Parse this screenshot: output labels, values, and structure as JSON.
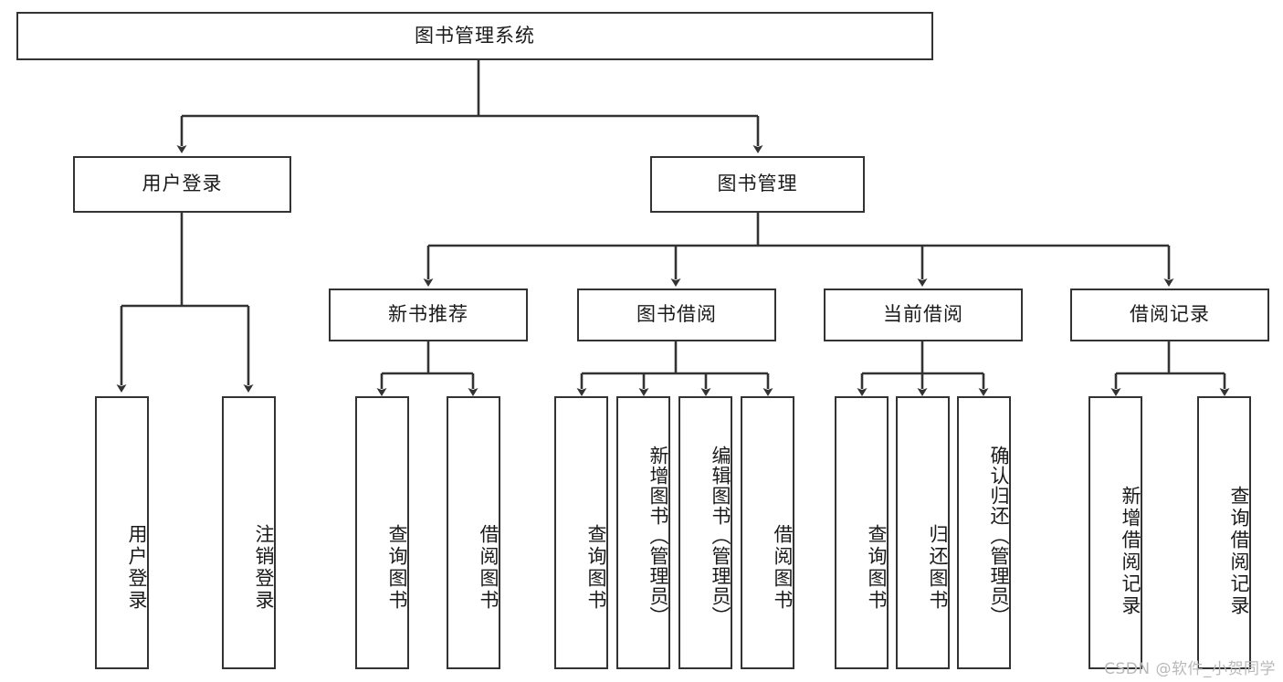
{
  "diagram": {
    "title": "图书管理系统",
    "type": "hierarchy-tree",
    "nodes": {
      "root": {
        "label": "图书管理系统",
        "level": 0
      },
      "login": {
        "label": "用户登录",
        "level": 1
      },
      "book_mgmt": {
        "label": "图书管理",
        "level": 1
      },
      "new_book": {
        "label": "新书推荐",
        "level": 2
      },
      "borrow": {
        "label": "图书借阅",
        "level": 2
      },
      "current": {
        "label": "当前借阅",
        "level": 2
      },
      "record": {
        "label": "借阅记录",
        "level": 2
      },
      "leaf_user_login": {
        "label": "用户登录",
        "level": 3
      },
      "leaf_user_logout": {
        "label": "注销登录",
        "level": 3
      },
      "leaf_nb_query": {
        "label": "查询图书",
        "level": 3
      },
      "leaf_nb_borrow": {
        "label": "借阅图书",
        "level": 3
      },
      "leaf_bw_query": {
        "label": "查询图书",
        "level": 3
      },
      "leaf_bw_add": {
        "label": "新增图书（管理员）",
        "level": 3
      },
      "leaf_bw_edit": {
        "label": "编辑图书（管理员）",
        "level": 3
      },
      "leaf_bw_borrow": {
        "label": "借阅图书",
        "level": 3
      },
      "leaf_cb_query": {
        "label": "查询图书",
        "level": 3
      },
      "leaf_cb_return": {
        "label": "归还图书",
        "level": 3
      },
      "leaf_cb_confirm": {
        "label": "确认归还（管理员）",
        "level": 3
      },
      "leaf_rc_add": {
        "label": "新增借阅记录",
        "level": 3
      },
      "leaf_rc_query": {
        "label": "查询借阅记录",
        "level": 3
      }
    },
    "edges": [
      {
        "from": "root",
        "to": "login"
      },
      {
        "from": "root",
        "to": "book_mgmt"
      },
      {
        "from": "login",
        "to": "leaf_user_login"
      },
      {
        "from": "login",
        "to": "leaf_user_logout"
      },
      {
        "from": "book_mgmt",
        "to": "new_book"
      },
      {
        "from": "book_mgmt",
        "to": "borrow"
      },
      {
        "from": "book_mgmt",
        "to": "current"
      },
      {
        "from": "book_mgmt",
        "to": "record"
      },
      {
        "from": "new_book",
        "to": "leaf_nb_query"
      },
      {
        "from": "new_book",
        "to": "leaf_nb_borrow"
      },
      {
        "from": "borrow",
        "to": "leaf_bw_query"
      },
      {
        "from": "borrow",
        "to": "leaf_bw_add"
      },
      {
        "from": "borrow",
        "to": "leaf_bw_edit"
      },
      {
        "from": "borrow",
        "to": "leaf_bw_borrow"
      },
      {
        "from": "current",
        "to": "leaf_cb_query"
      },
      {
        "from": "current",
        "to": "leaf_cb_return"
      },
      {
        "from": "current",
        "to": "leaf_cb_confirm"
      },
      {
        "from": "record",
        "to": "leaf_rc_add"
      },
      {
        "from": "record",
        "to": "leaf_rc_query"
      }
    ],
    "colors": {
      "stroke": "#333333",
      "box_fill": "#ffffff",
      "text": "#1a1a1a",
      "background": "#ffffff",
      "watermark": "#b9b9b9"
    }
  },
  "watermark": {
    "text": "CSDN @软件_小贺同学"
  }
}
